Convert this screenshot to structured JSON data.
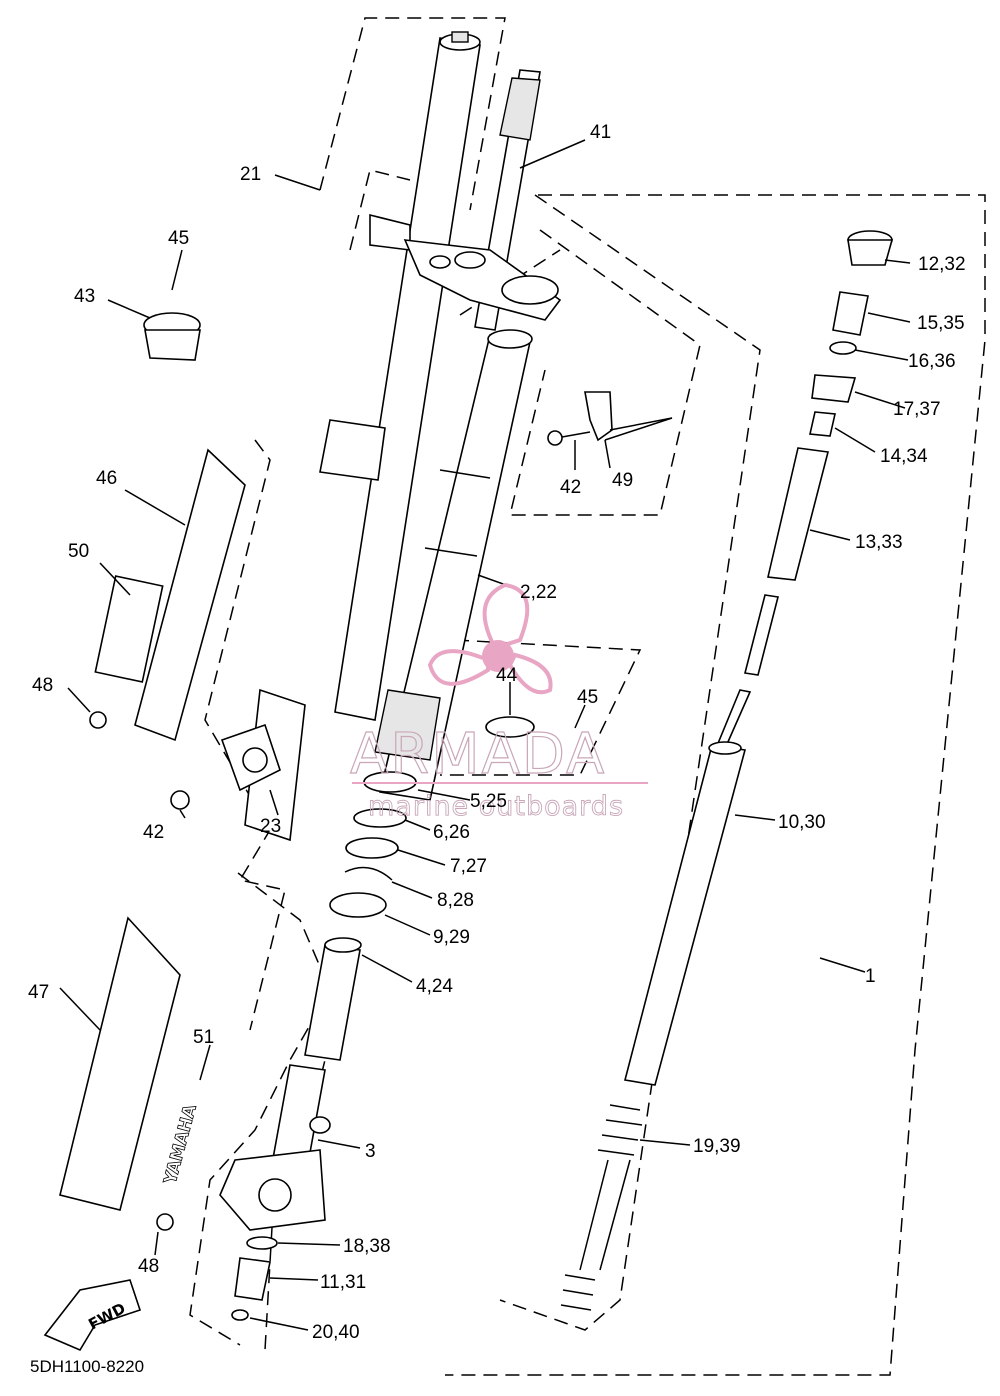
{
  "diagram": {
    "code": "5DH1100-8220",
    "callouts": [
      "1",
      "2,22",
      "3",
      "4,24",
      "5,25",
      "6,26",
      "7,27",
      "8,28",
      "9,29",
      "10,30",
      "11,31",
      "12,32",
      "13,33",
      "14,34",
      "15,35",
      "16,36",
      "17,37",
      "18,38",
      "19,39",
      "20,40",
      "21",
      "23",
      "41",
      "42",
      "42",
      "43",
      "44",
      "45",
      "45",
      "46",
      "47",
      "48",
      "48",
      "49",
      "50",
      "51"
    ]
  },
  "watermark": {
    "brand": "ARMADA",
    "tagline": "marine outboards",
    "color": "#e8a6c4"
  },
  "decals": {
    "brand": "YAMAHA",
    "direction": "FWD"
  }
}
